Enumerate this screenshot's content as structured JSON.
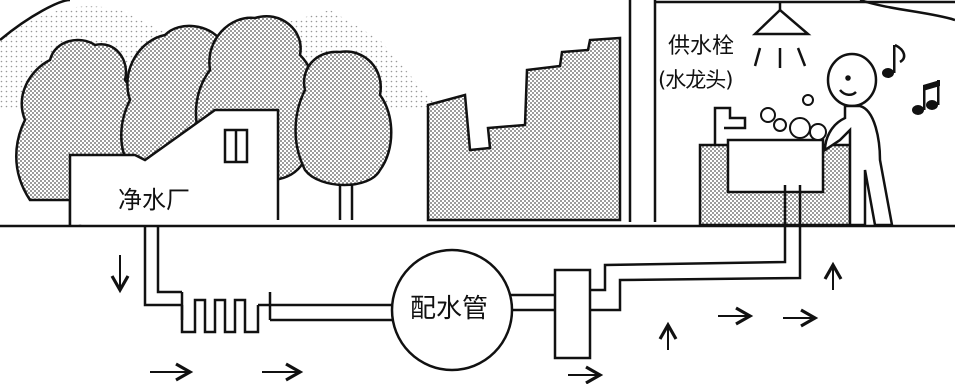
{
  "labels": {
    "treatment_plant": "净水厂",
    "hydrant": "供水栓",
    "faucet": "(水龙头)",
    "distribution_main": "配水管"
  },
  "colors": {
    "ink": "#111111",
    "hatch": "#9a9a9a",
    "hill": "#d6d6d6",
    "paper": "#ffffff"
  },
  "icons": {
    "flow": "arrow-right",
    "up": "arrow-up",
    "down": "arrow-down",
    "music": "eighth-note"
  }
}
